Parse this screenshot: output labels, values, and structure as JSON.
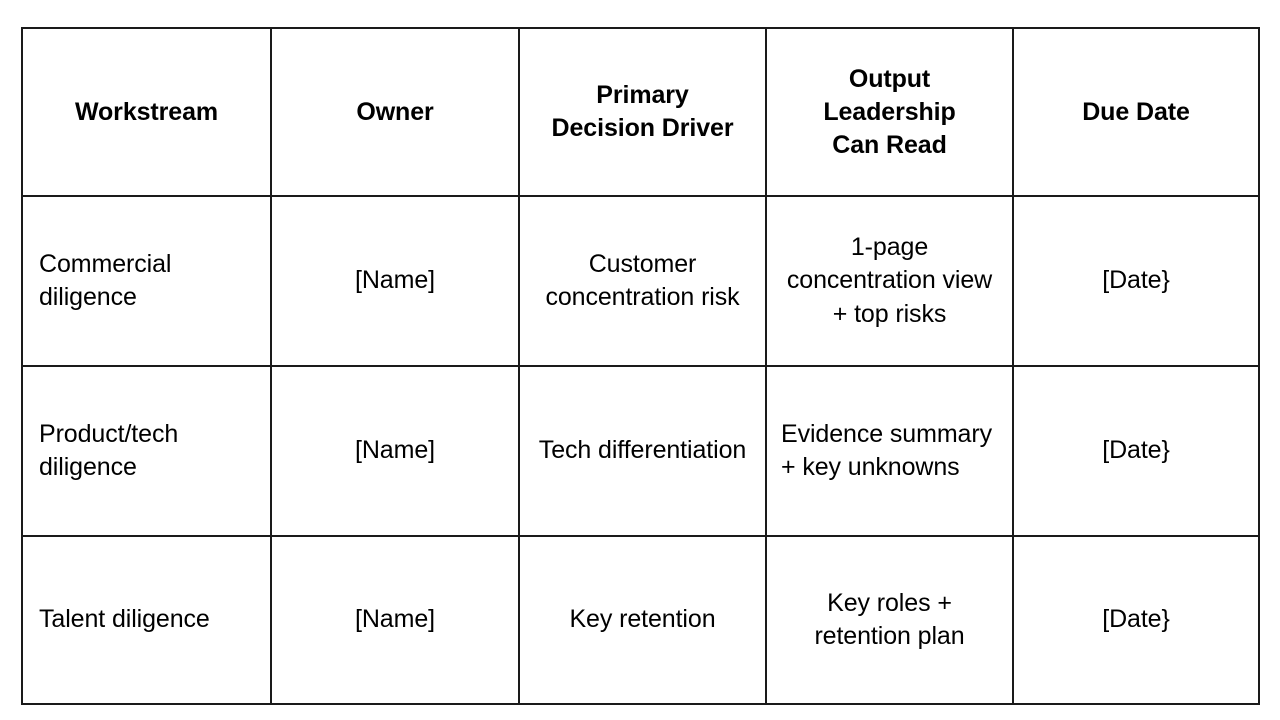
{
  "table": {
    "columns": [
      {
        "key": "workstream",
        "label": "Workstream"
      },
      {
        "key": "owner",
        "label": "Owner"
      },
      {
        "key": "driver",
        "label": "Primary\nDecision Driver"
      },
      {
        "key": "output",
        "label": "Output\nLeadership\nCan Read"
      },
      {
        "key": "due_date",
        "label": "Due Date"
      }
    ],
    "headers": {
      "workstream": "Workstream",
      "owner": "Owner",
      "driver_line1": "Primary",
      "driver_line2": "Decision Driver",
      "output_line1": "Output",
      "output_line2": "Leadership",
      "output_line3": "Can Read",
      "due_date": "Due Date"
    },
    "rows": [
      {
        "workstream": "Commercial diligence",
        "owner": "[Name]",
        "driver": "Customer concentration risk",
        "output": "1-page concentration view + top risks",
        "due_date": "[Date}"
      },
      {
        "workstream": "Product/tech diligence",
        "owner": "[Name]",
        "driver": "Tech differentiation",
        "output": "Evidence summary + key unknowns",
        "due_date": "[Date}"
      },
      {
        "workstream": "Talent diligence",
        "owner": "[Name]",
        "driver": "Key retention",
        "output": "Key roles + retention plan",
        "due_date": "[Date}"
      }
    ]
  },
  "style": {
    "border_color": "#1a1a1a",
    "text_color": "#000000",
    "background_color": "#ffffff"
  }
}
